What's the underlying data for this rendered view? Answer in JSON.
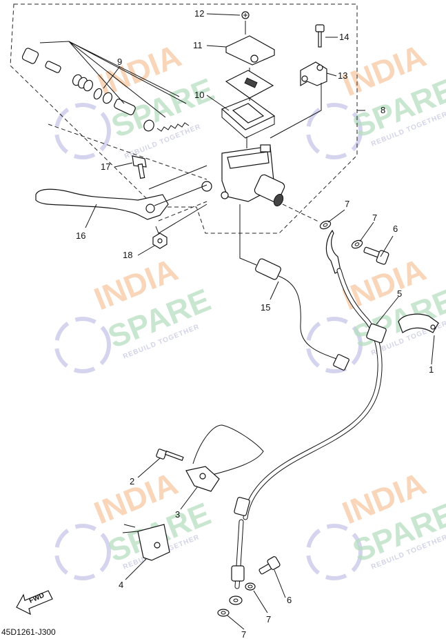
{
  "diagram": {
    "drawing_code": "45D1261-J300",
    "fwd_label": "FWD",
    "watermark": {
      "line1": "INDIA",
      "line2": "SPARE",
      "tagline": "REBUILD TOGETHER"
    },
    "callouts": [
      {
        "id": "c12",
        "label": "12"
      },
      {
        "id": "c11",
        "label": "11"
      },
      {
        "id": "c14",
        "label": "14"
      },
      {
        "id": "c13",
        "label": "13"
      },
      {
        "id": "c9",
        "label": "9"
      },
      {
        "id": "c10",
        "label": "10"
      },
      {
        "id": "c8",
        "label": "8"
      },
      {
        "id": "c17",
        "label": "17"
      },
      {
        "id": "c16",
        "label": "16"
      },
      {
        "id": "c7a",
        "label": "7"
      },
      {
        "id": "c7b",
        "label": "7"
      },
      {
        "id": "c6a",
        "label": "6"
      },
      {
        "id": "c18",
        "label": "18"
      },
      {
        "id": "c15",
        "label": "15"
      },
      {
        "id": "c5",
        "label": "5"
      },
      {
        "id": "c1",
        "label": "1"
      },
      {
        "id": "c2",
        "label": "2"
      },
      {
        "id": "c3",
        "label": "3"
      },
      {
        "id": "c4",
        "label": "4"
      },
      {
        "id": "c6b",
        "label": "6"
      },
      {
        "id": "c7c",
        "label": "7"
      },
      {
        "id": "c7d",
        "label": "7"
      }
    ]
  }
}
